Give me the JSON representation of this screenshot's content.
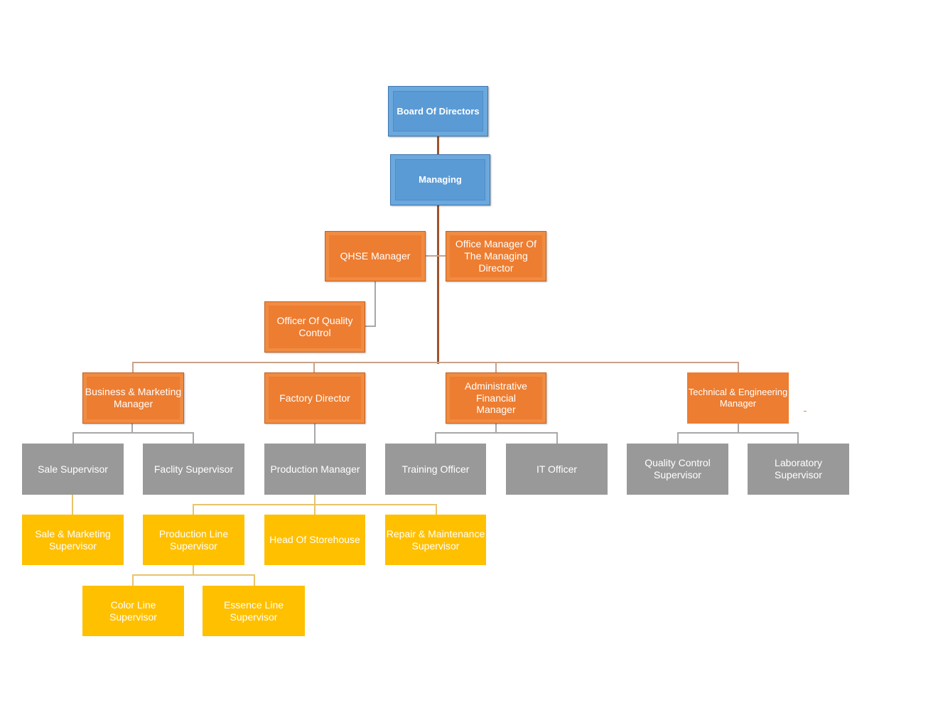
{
  "org_chart": {
    "nodes": {
      "board": "Board Of Directors",
      "managing": "Managing",
      "qhse": "QHSE Manager",
      "office_manager": [
        "Office Manager Of",
        "The Managing",
        "Director"
      ],
      "quality_officer": [
        "Officer Of Quality",
        "Control"
      ],
      "business": [
        "Business & Marketing",
        "Manager"
      ],
      "factory": "Factory Director",
      "admin": [
        "Administrative",
        "Financial",
        "Manager"
      ],
      "technical": [
        "Technical & Engineering",
        "Manager"
      ],
      "sale_supervisor": "Sale Supervisor",
      "facility_supervisor": "Faclity Supervisor",
      "production_manager": "Production Manager",
      "training_officer": "Training Officer",
      "it_officer": "IT Officer",
      "qc_supervisor": [
        "Quality Control",
        "Supervisor"
      ],
      "lab_supervisor": [
        "Laboratory",
        "Supervisor"
      ],
      "sale_marketing_supervisor": [
        "Sale & Marketing",
        "Supervisor"
      ],
      "production_line_supervisor": [
        "Production Line",
        "Supervisor"
      ],
      "head_storehouse": "Head Of Storehouse",
      "repair_supervisor": [
        "Repair & Maintenance",
        "Supervisor"
      ],
      "color_line": [
        "Color Line",
        "Supervisor"
      ],
      "essence_line": [
        "Essence Line",
        "Supervisor"
      ]
    },
    "colors": {
      "board_level": "#5b9bd5",
      "management_level": "#ed7d31",
      "supervisor_level": "#999999",
      "line_level": "#ffc000"
    }
  }
}
